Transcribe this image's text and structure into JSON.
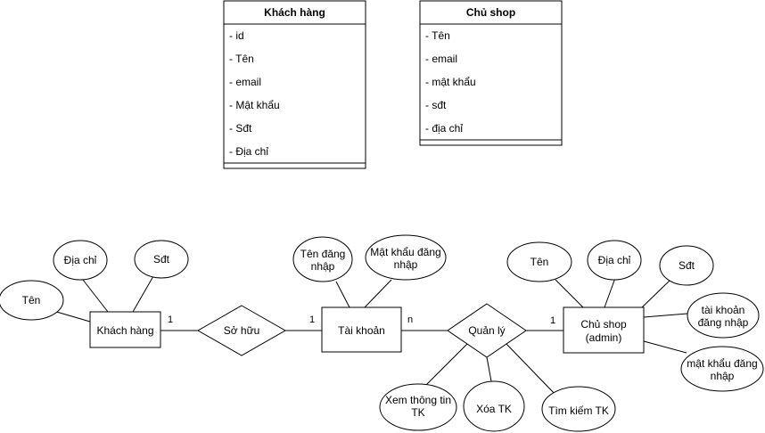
{
  "classes": [
    {
      "title": "Khách hàng",
      "attributes": [
        "- id",
        "- Tên",
        "- email",
        "- Mật khẩu",
        "- Sđt",
        "- Địa chỉ"
      ]
    },
    {
      "title": "Chủ shop",
      "attributes": [
        "- Tên",
        "- email",
        "- mật khẩu",
        "- sđt",
        "- địa chỉ"
      ]
    }
  ],
  "er": {
    "entities": {
      "khach_hang": "Khách hàng",
      "tai_khoan": "Tài khoản",
      "chu_shop": [
        "Chủ shop",
        "(admin)"
      ]
    },
    "relationships": {
      "so_huu": "Sở hữu",
      "quan_ly": "Quản lý"
    },
    "attributes": {
      "kh_ten": [
        "Tên"
      ],
      "kh_dia_chi": [
        "Địa chỉ"
      ],
      "kh_sdt": [
        "Sđt"
      ],
      "tk_ten_dang_nhap": [
        "Tên đăng",
        "nhập"
      ],
      "tk_mat_khau": [
        "Mật khẩu đăng",
        "nhập"
      ],
      "cs_ten": [
        "Tên"
      ],
      "cs_dia_chi": [
        "Địa chỉ"
      ],
      "cs_sdt": [
        "Sđt"
      ],
      "cs_tai_khoan": [
        "tài khoản",
        "đăng nhập"
      ],
      "cs_mat_khau": [
        "mật khẩu đăng",
        "nhập"
      ],
      "ql_xem": [
        "Xem thông tin",
        "TK"
      ],
      "ql_xoa": [
        "Xóa TK"
      ],
      "ql_tim": [
        "Tìm kiếm TK"
      ]
    },
    "cardinalities": {
      "kh_sohuu": "1",
      "sohuu_tk": "1",
      "tk_quanly": "n",
      "quanly_cs": "1"
    }
  }
}
